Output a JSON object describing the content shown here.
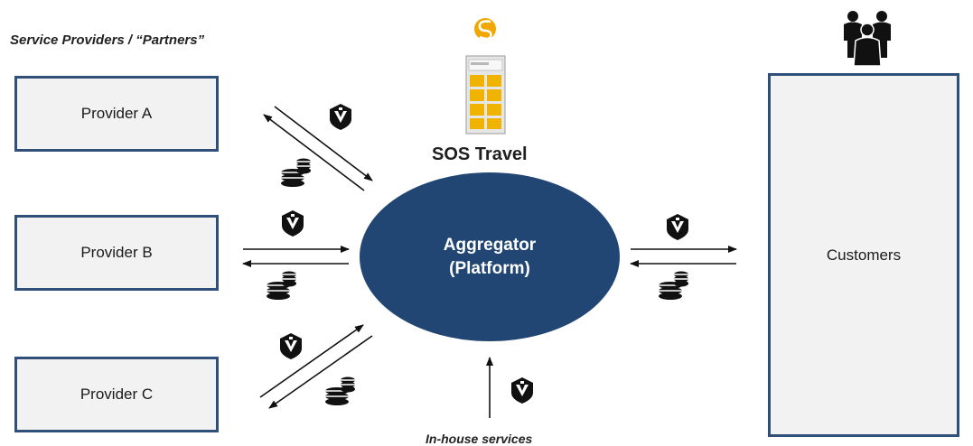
{
  "header": {
    "service_providers": "Service Providers / “Partners”"
  },
  "providers": [
    {
      "label": "Provider A"
    },
    {
      "label": "Provider B"
    },
    {
      "label": "Provider C"
    }
  ],
  "aggregator": {
    "line1": "Aggregator",
    "line2": "(Platform)"
  },
  "sos": {
    "label": "SOS Travel"
  },
  "customers": {
    "label": "Customers"
  },
  "inhouse": {
    "label": "In-house services"
  },
  "icons": {
    "service": "shield-service-icon",
    "money": "coin-stack-icon",
    "people": "customer-group-icon",
    "app": "sos-app-icon"
  },
  "colors": {
    "box_border": "#30507a",
    "box_fill": "#f2f2f2",
    "ellipse": "#214673",
    "logo": "#f0a800"
  }
}
